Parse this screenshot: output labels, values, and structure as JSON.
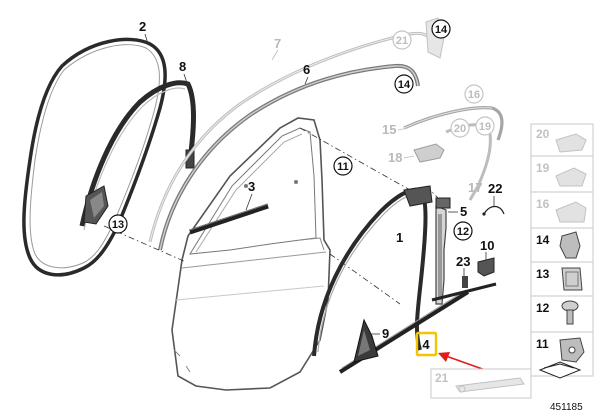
{
  "diagram": {
    "part_labels": {
      "p1": "1",
      "p2": "2",
      "p3": "3",
      "p4": "4",
      "p5": "5",
      "p6": "6",
      "p7": "7",
      "p8": "8",
      "p9": "9",
      "p10": "10",
      "p15": "15",
      "p17": "17",
      "p18": "18",
      "p22": "22",
      "p23": "23"
    },
    "callouts": {
      "c11": "11",
      "c12": "12",
      "c13": "13",
      "c14a": "14",
      "c14b": "14",
      "c16": "16",
      "c19": "19",
      "c20": "20",
      "c21": "21"
    },
    "sidebar": [
      "20",
      "19",
      "16",
      "14",
      "13",
      "12",
      "11",
      "21"
    ],
    "diagram_number": "451185",
    "highlight": {
      "label": "4",
      "color": "#f2c500",
      "arrow_color": "#e21b1b"
    }
  }
}
